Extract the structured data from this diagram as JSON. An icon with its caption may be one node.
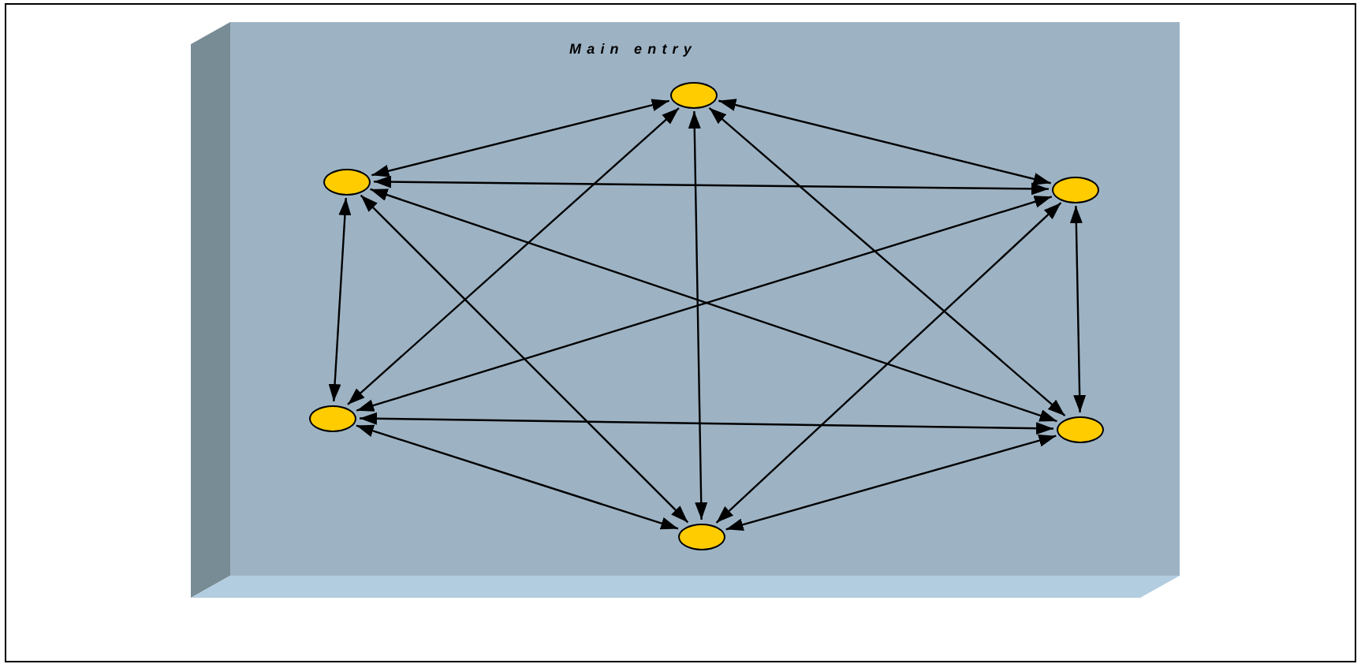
{
  "diagram": {
    "nodes": [
      {
        "text": [
          "Main entry"
        ]
      },
      {
        "text": [],
        "shape": "ellipse",
        "in": 0
      },
      {
        "text": [],
        "shape": "ellipse",
        "in": 0
      },
      {
        "text": [],
        "shape": "ellipse",
        "in": 0
      },
      {
        "text": [],
        "shape": "ellipse",
        "in": 0
      },
      {
        "text": [],
        "shape": "ellipse",
        "in": 0
      },
      {
        "text": [],
        "shape": "ellipse",
        "in": 0
      }
    ],
    "edges": [
      {
        "from": 1,
        "to": 2,
        "arrow": "both"
      },
      {
        "from": 1,
        "to": 3,
        "arrow": "both"
      },
      {
        "from": 1,
        "to": 4,
        "arrow": "both"
      },
      {
        "from": 1,
        "to": 5,
        "arrow": "both"
      },
      {
        "from": 1,
        "to": 6,
        "arrow": "both"
      },
      {
        "from": 2,
        "to": 3,
        "arrow": "both"
      },
      {
        "from": 2,
        "to": 4,
        "arrow": "both"
      },
      {
        "from": 2,
        "to": 5,
        "arrow": "both"
      },
      {
        "from": 2,
        "to": 6,
        "arrow": "both"
      },
      {
        "from": 3,
        "to": 4,
        "arrow": "both"
      },
      {
        "from": 3,
        "to": 5,
        "arrow": "both"
      },
      {
        "from": 3,
        "to": 6,
        "arrow": "both"
      },
      {
        "from": 4,
        "to": 5,
        "arrow": "both"
      },
      {
        "from": 4,
        "to": 6,
        "arrow": "both"
      },
      {
        "from": 5,
        "to": 6,
        "arrow": "both"
      }
    ]
  }
}
